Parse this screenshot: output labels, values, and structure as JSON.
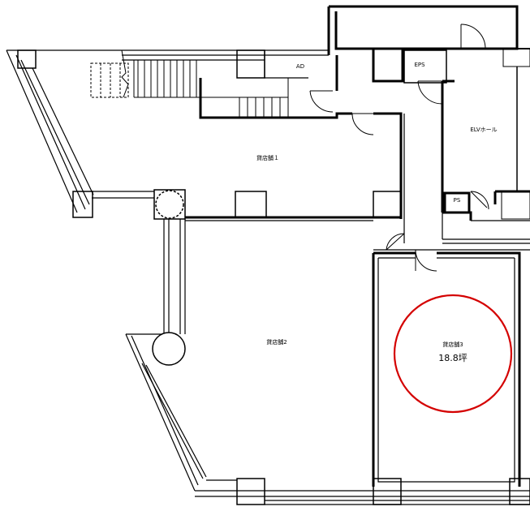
{
  "rooms": {
    "ad": "AD",
    "eps": "EPS",
    "elv_hall": "ELVホール",
    "ps": "PS",
    "store1": "貸店舗１",
    "store2": "貸店舗2",
    "store3": "貸店舗3",
    "store3_area": "18.8坪"
  },
  "colors": {
    "wall": "#000000",
    "highlight": "#d40000"
  }
}
